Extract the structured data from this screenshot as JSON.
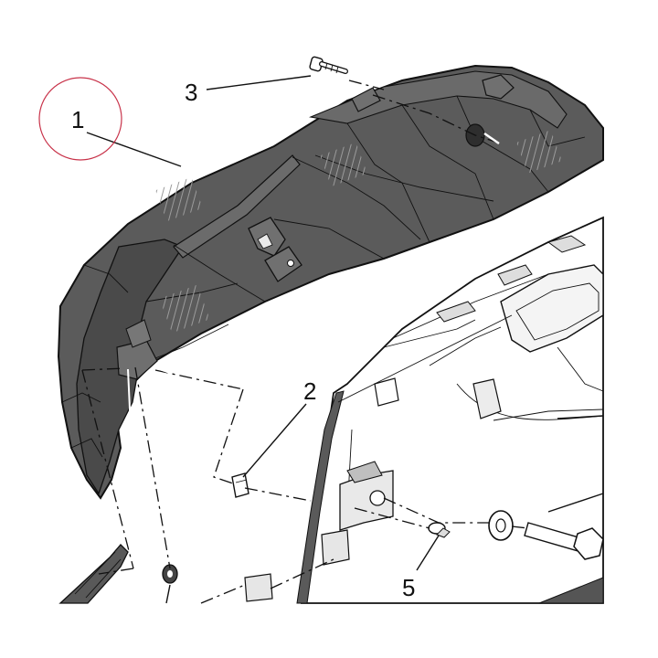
{
  "callouts": [
    {
      "id": "1",
      "label": "1"
    },
    {
      "id": "2",
      "label": "2"
    },
    {
      "id": "3",
      "label": "3"
    },
    {
      "id": "5",
      "label": "5"
    }
  ],
  "colors": {
    "spoiler_fill": "#5b5b5b",
    "spoiler_dark": "#3c3c3c",
    "liftgate_fill": "#ffffff",
    "highlight_circle": "#c8334a",
    "line": "#111111"
  },
  "icons": [
    "spoiler-part",
    "liftgate-panel",
    "screw",
    "clip",
    "washer",
    "bolt",
    "grommet"
  ]
}
